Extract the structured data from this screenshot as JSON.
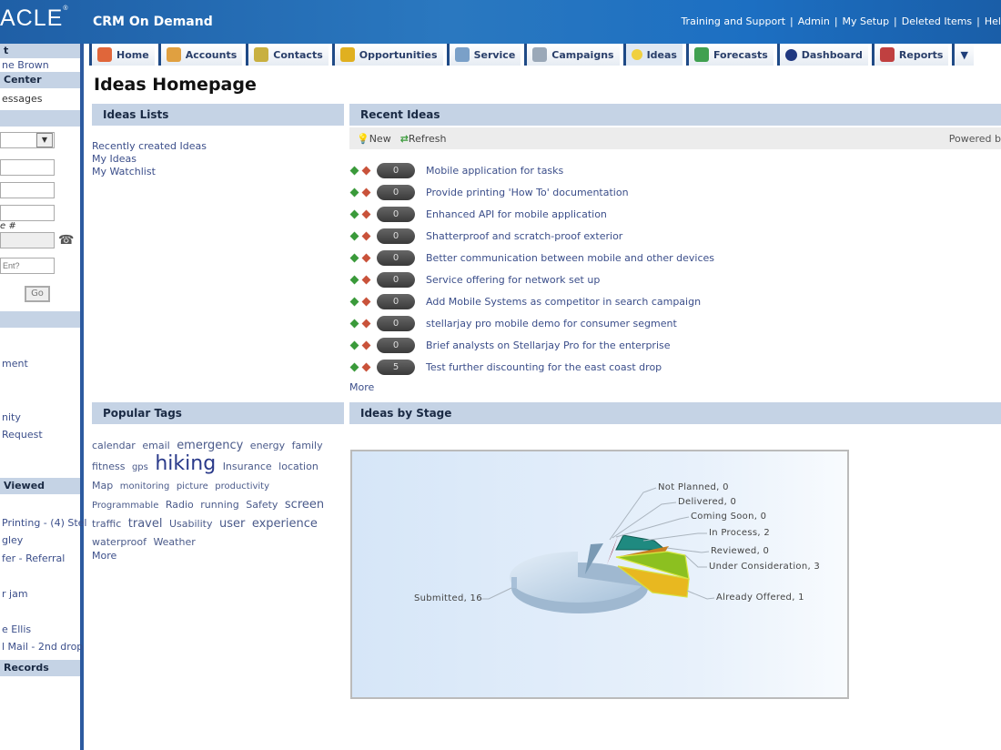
{
  "header": {
    "logo": "ACLE",
    "product": "CRM On Demand",
    "links": [
      "Training and Support",
      "Admin",
      "My Setup",
      "Deleted Items",
      "Hel"
    ]
  },
  "tabs": [
    {
      "label": "Home",
      "icon": "home-icon",
      "color": "#e0663a"
    },
    {
      "label": "Accounts",
      "icon": "accounts-icon",
      "color": "#e0a040"
    },
    {
      "label": "Contacts",
      "icon": "contacts-icon",
      "color": "#c8b040"
    },
    {
      "label": "Opportunities",
      "icon": "opportunities-icon",
      "color": "#e0b020"
    },
    {
      "label": "Service",
      "icon": "service-icon",
      "color": "#7aa0c8"
    },
    {
      "label": "Campaigns",
      "icon": "campaigns-icon",
      "color": "#9aa8b8"
    },
    {
      "label": "Ideas",
      "icon": "lightbulb-icon",
      "color": "#f0d040",
      "active": true
    },
    {
      "label": "Forecasts",
      "icon": "forecasts-icon",
      "color": "#40a050"
    },
    {
      "label": "Dashboard",
      "icon": "dashboard-icon",
      "color": "#203880"
    },
    {
      "label": "Reports",
      "icon": "reports-icon",
      "color": "#c04040"
    }
  ],
  "tabs_more": "▼",
  "sidebar": {
    "top_header": "t",
    "user": "ne Brown",
    "message_center": "Center",
    "messages": "essages",
    "phone_label": "e #",
    "placeholder": "Ent?",
    "go": "Go",
    "create_items": [
      "ment",
      "nity",
      "Request"
    ],
    "recently_viewed_header": "Viewed",
    "recently_viewed": [
      "",
      "Printing - (4) Stel",
      "gley",
      "fer - Referral",
      "",
      "r jam",
      "",
      "e Ellis",
      "l Mail - 2nd drop"
    ],
    "records_header": "Records"
  },
  "page": {
    "title": "Ideas Homepage"
  },
  "ideas_lists": {
    "header": "Ideas Lists",
    "items": [
      "Recently created Ideas",
      "My Ideas",
      "My Watchlist"
    ]
  },
  "recent_ideas": {
    "header": "Recent Ideas",
    "new": "New",
    "refresh": "Refresh",
    "powered": "Powered b",
    "more": "More",
    "items": [
      {
        "score": "0",
        "title": "Mobile application for tasks"
      },
      {
        "score": "0",
        "title": "Provide printing 'How To' documentation"
      },
      {
        "score": "0",
        "title": "Enhanced API for mobile application"
      },
      {
        "score": "0",
        "title": "Shatterproof and scratch-proof exterior"
      },
      {
        "score": "0",
        "title": "Better communication between mobile and other devices"
      },
      {
        "score": "0",
        "title": "Service offering for network set up"
      },
      {
        "score": "0",
        "title": "Add Mobile Systems as competitor in search campaign"
      },
      {
        "score": "0",
        "title": "stellarjay pro mobile demo for consumer segment"
      },
      {
        "score": "0",
        "title": "Brief analysts on Stellarjay Pro for the enterprise"
      },
      {
        "score": "5",
        "title": "Test further discounting for the east coast drop"
      }
    ]
  },
  "popular_tags": {
    "header": "Popular Tags",
    "more": "More",
    "tags": [
      {
        "t": "calendar",
        "s": 11
      },
      {
        "t": "email",
        "s": 11
      },
      {
        "t": "emergency",
        "s": 13
      },
      {
        "t": "energy",
        "s": 11
      },
      {
        "t": "family",
        "s": 11
      },
      {
        "t": "fitness",
        "s": 11
      },
      {
        "t": "gps",
        "s": 10
      },
      {
        "t": "hiking",
        "s": 22
      },
      {
        "t": "Insurance",
        "s": 11
      },
      {
        "t": "location",
        "s": 11
      },
      {
        "t": "Map",
        "s": 11
      },
      {
        "t": "monitoring",
        "s": 10
      },
      {
        "t": "picture",
        "s": 10
      },
      {
        "t": "productivity",
        "s": 10
      },
      {
        "t": "Programmable",
        "s": 10
      },
      {
        "t": "Radio",
        "s": 11
      },
      {
        "t": "running",
        "s": 11
      },
      {
        "t": "Safety",
        "s": 11
      },
      {
        "t": "screen",
        "s": 13
      },
      {
        "t": "traffic",
        "s": 11
      },
      {
        "t": "travel",
        "s": 13
      },
      {
        "t": "Usability",
        "s": 11
      },
      {
        "t": "user",
        "s": 13
      },
      {
        "t": "experience",
        "s": 13
      },
      {
        "t": "waterproof",
        "s": 11
      },
      {
        "t": "Weather",
        "s": 11
      }
    ]
  },
  "ideas_by_stage": {
    "header": "Ideas by Stage"
  },
  "chart_data": {
    "type": "pie",
    "title": "Ideas by Stage",
    "categories": [
      "Submitted",
      "Not Planned",
      "Delivered",
      "Coming Soon",
      "In Process",
      "Reviewed",
      "Under Consideration",
      "Already Offered"
    ],
    "values": [
      16,
      0,
      0,
      0,
      2,
      0,
      3,
      1
    ],
    "labels": [
      "Submitted, 16",
      "Not Planned, 0",
      "Delivered, 0",
      "Coming Soon, 0",
      "In Process, 2",
      "Reviewed, 0",
      "Under Consideration, 3",
      "Already Offered, 1"
    ],
    "colors": [
      "#c4d8ea",
      "#8a1a30",
      "#8a1a30",
      "#8a1a30",
      "#1f8a80",
      "#c88020",
      "#8cc020",
      "#e8b820"
    ]
  }
}
